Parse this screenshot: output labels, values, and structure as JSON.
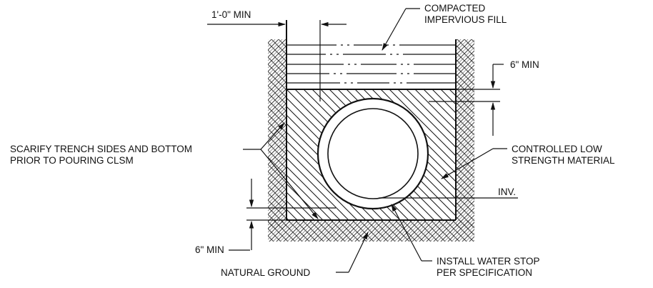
{
  "labels": {
    "top_clearance": "1'-0\" MIN",
    "fill_line1": "COMPACTED",
    "fill_line2": "IMPERVIOUS FILL",
    "cover_min": "6\" MIN",
    "scarify_line1": "SCARIFY TRENCH SIDES AND BOTTOM",
    "scarify_line2": "PRIOR TO POURING CLSM",
    "clsm_line1": "CONTROLLED LOW",
    "clsm_line2": "STRENGTH MATERIAL",
    "invert": "INV.",
    "bedding_min": "6\" MIN",
    "natural_ground": "NATURAL GROUND",
    "waterstop_line1": "INSTALL WATER STOP",
    "waterstop_line2": "PER SPECIFICATION"
  }
}
